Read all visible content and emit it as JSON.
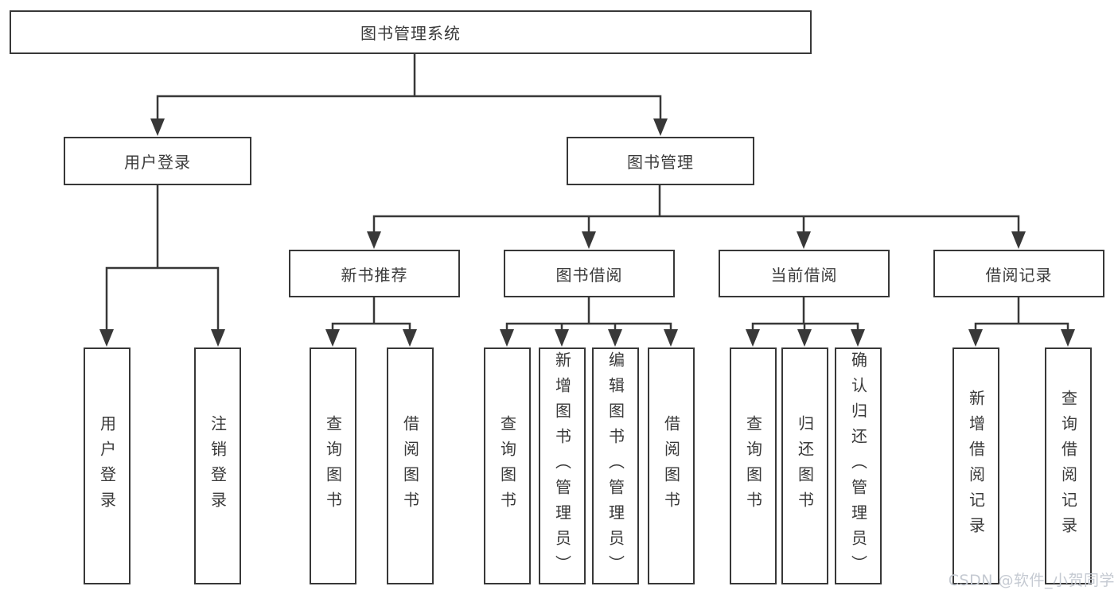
{
  "nodes": {
    "root": "图书管理系统",
    "user_login": "用户登录",
    "book_management": "图书管理",
    "new_book_recommend": "新书推荐",
    "book_borrow": "图书借阅",
    "current_borrow": "当前借阅",
    "borrow_record": "借阅记录",
    "ul_user_login": "用户登录",
    "ul_logout": "注销登录",
    "nr_query_book": "查询图书",
    "nr_borrow_book": "借阅图书",
    "bb_query_book": "查询图书",
    "bb_add_book": "新增图书（管理员）",
    "bb_edit_book": "编辑图书（管理员）",
    "bb_borrow_book": "借阅图书",
    "cb_query_book": "查询图书",
    "cb_return_book": "归还图书",
    "cb_confirm_return": "确认归还（管理员）",
    "br_add_record": "新增借阅记录",
    "br_query_record": "查询借阅记录"
  },
  "watermark": {
    "text": "CSDN @软件_小贺同学",
    "color": "#c5cad2"
  },
  "colors": {
    "line": "#383838",
    "text": "#3a3a3a",
    "background": "#ffffff"
  }
}
